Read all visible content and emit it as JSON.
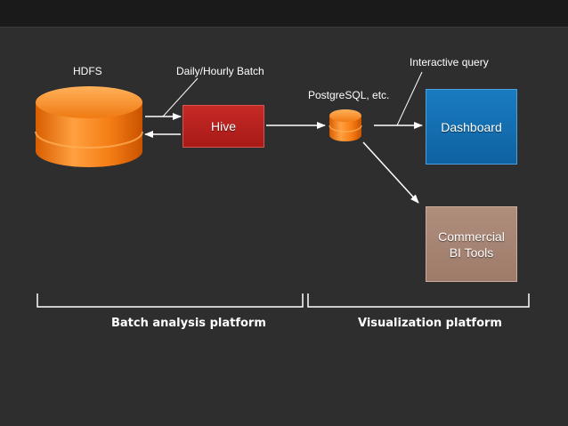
{
  "slide": {
    "labels": {
      "hdfs": "HDFS",
      "batch": "Daily/Hourly Batch",
      "interactive": "Interactive query",
      "postgres": "PostgreSQL, etc."
    },
    "nodes": {
      "hive": "Hive",
      "dashboard": "Dashboard",
      "commercial_line1": "Commercial",
      "commercial_line2": "BI Tools"
    },
    "platforms": {
      "batch": "Batch analysis platform",
      "visualization": "Visualization platform"
    }
  },
  "colors": {
    "background": "#2e2e2e",
    "database_orange": "#f07a12",
    "hive_red": "#b81f1b",
    "dashboard_blue": "#1470b3",
    "commercial_brown": "#a78474"
  }
}
